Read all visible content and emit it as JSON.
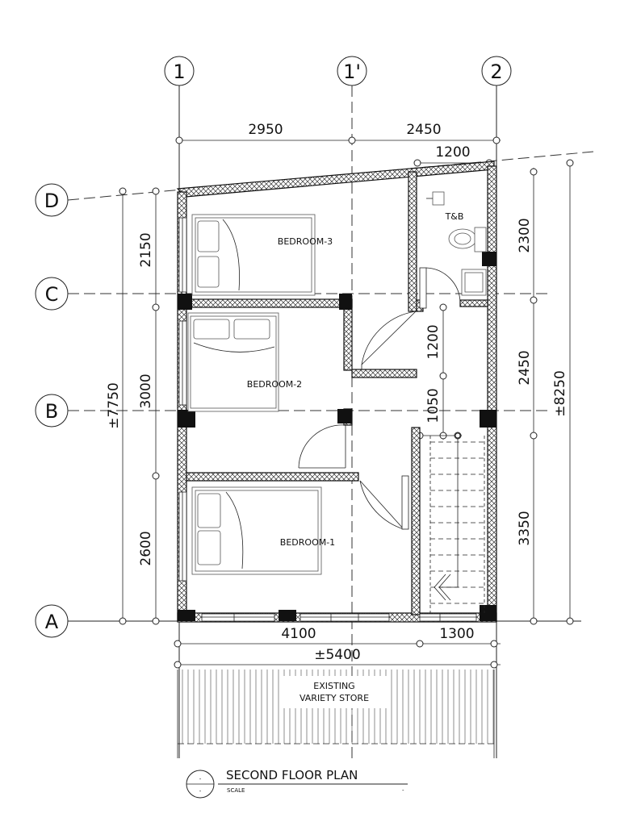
{
  "grid": {
    "cols": [
      "1",
      "1'",
      "2"
    ],
    "rows": [
      "D",
      "C",
      "B",
      "A"
    ]
  },
  "dims": {
    "top_left": "2950",
    "top_right": "2450",
    "top_small": "1200",
    "left_1": "2150",
    "left_2": "3000",
    "left_3": "2600",
    "left_total": "±7750",
    "right_1": "2300",
    "right_2": "2450",
    "right_3": "3350",
    "right_total": "±8250",
    "inner_1": "1200",
    "inner_2": "1050",
    "bottom_left": "4100",
    "bottom_right": "1300",
    "bottom_total": "±5400"
  },
  "rooms": {
    "bedroom3": "BEDROOM-3",
    "bedroom2": "BEDROOM-2",
    "bedroom1": "BEDROOM-1",
    "tb": "T&B"
  },
  "existing": {
    "line1": "EXISTING",
    "line2": "VARIETY STORE"
  },
  "title": {
    "text": "SECOND FLOOR PLAN",
    "scale": "SCALE",
    "mark_top": "-",
    "mark_bottom": "-",
    "scale_value": "-"
  }
}
